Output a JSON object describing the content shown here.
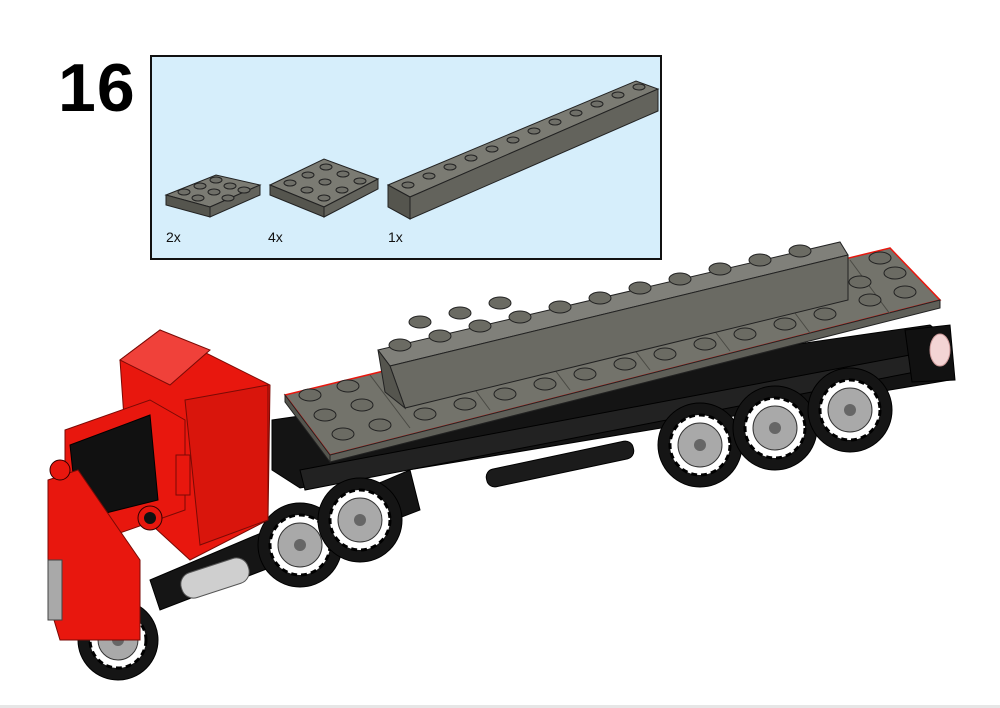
{
  "step": {
    "number": "16"
  },
  "parts_callout": {
    "background_color": "#d6eefb",
    "parts": [
      {
        "quantity": "2x",
        "part": "plate-2x3",
        "color": "#6b6b63"
      },
      {
        "quantity": "4x",
        "part": "plate-3x3",
        "color": "#6b6b63"
      },
      {
        "quantity": "1x",
        "part": "brick-1x12",
        "color": "#6b6b63"
      }
    ]
  },
  "model": {
    "description_colors": {
      "cab": "#e8170e",
      "trailer_deck": "#6b6b63",
      "chassis": "#111111",
      "wheel_hub": "#a9a9a9"
    }
  }
}
